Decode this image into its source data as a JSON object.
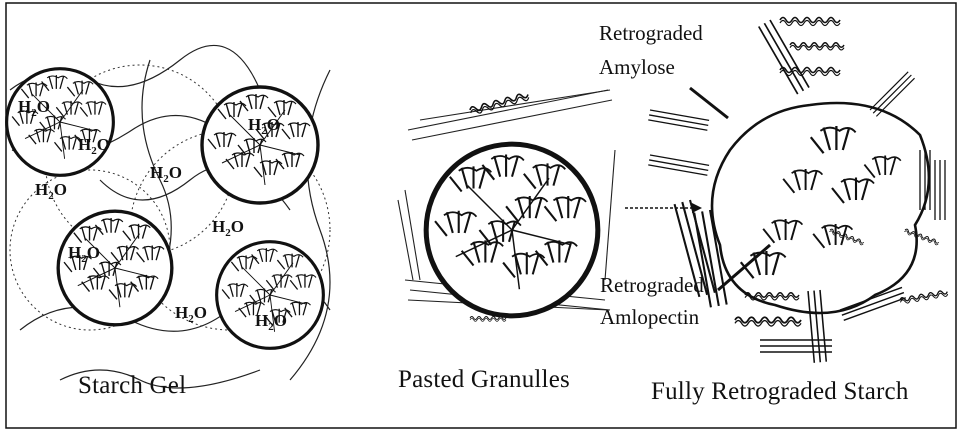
{
  "panels": [
    {
      "caption": "Starch Gel"
    },
    {
      "caption": "Pasted Granulles"
    },
    {
      "caption": "Fully Retrograded Starch"
    }
  ],
  "water_label": "H2O",
  "annotations": {
    "amylose_line1": "Retrograded",
    "amylose_line2": "Amylose",
    "amylopectin_line1": "Retrograded",
    "amylopectin_line2": "Amlopectin"
  },
  "colors": {
    "ink": "#111111",
    "background": "#ffffff"
  }
}
